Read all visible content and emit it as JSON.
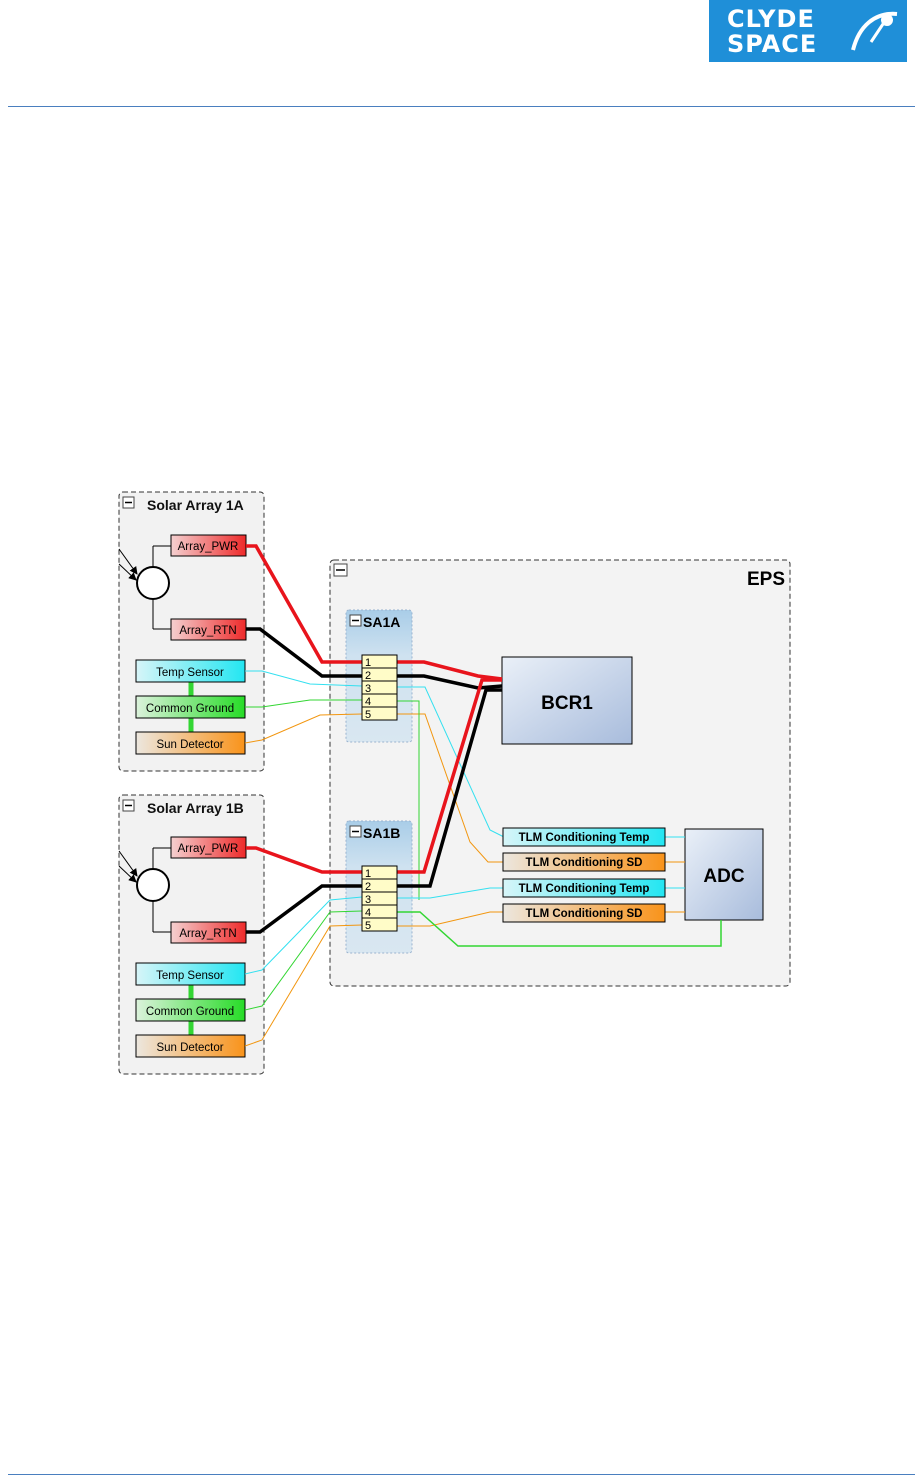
{
  "header": {
    "logo_line1": "CLYDE",
    "logo_line2": "SPACE"
  },
  "diagram": {
    "solar_array_1a": {
      "title": "Solar Array 1A",
      "pwr_label": "Array_PWR",
      "rtn_label": "Array_RTN",
      "temp_label": "Temp Sensor",
      "ground_label": "Common Ground",
      "sun_label": "Sun Detector"
    },
    "solar_array_1b": {
      "title": "Solar Array 1B",
      "pwr_label": "Array_PWR",
      "rtn_label": "Array_RTN",
      "temp_label": "Temp Sensor",
      "ground_label": "Common Ground",
      "sun_label": "Sun Detector"
    },
    "eps": {
      "title": "EPS",
      "connector_a": {
        "title": "SA1A",
        "pins": [
          "1",
          "2",
          "3",
          "4",
          "5"
        ]
      },
      "connector_b": {
        "title": "SA1B",
        "pins": [
          "1",
          "2",
          "3",
          "4",
          "5"
        ]
      },
      "bcr_label": "BCR1",
      "adc_label": "ADC",
      "tlm_labels": [
        "TLM Conditioning Temp",
        "TLM Conditioning SD",
        "TLM Conditioning Temp",
        "TLM Conditioning SD"
      ]
    },
    "colors": {
      "power": "#e8141c",
      "return": "#000000",
      "temp": "#33e0f0",
      "ground": "#33d633",
      "sun": "#f2960f"
    }
  }
}
